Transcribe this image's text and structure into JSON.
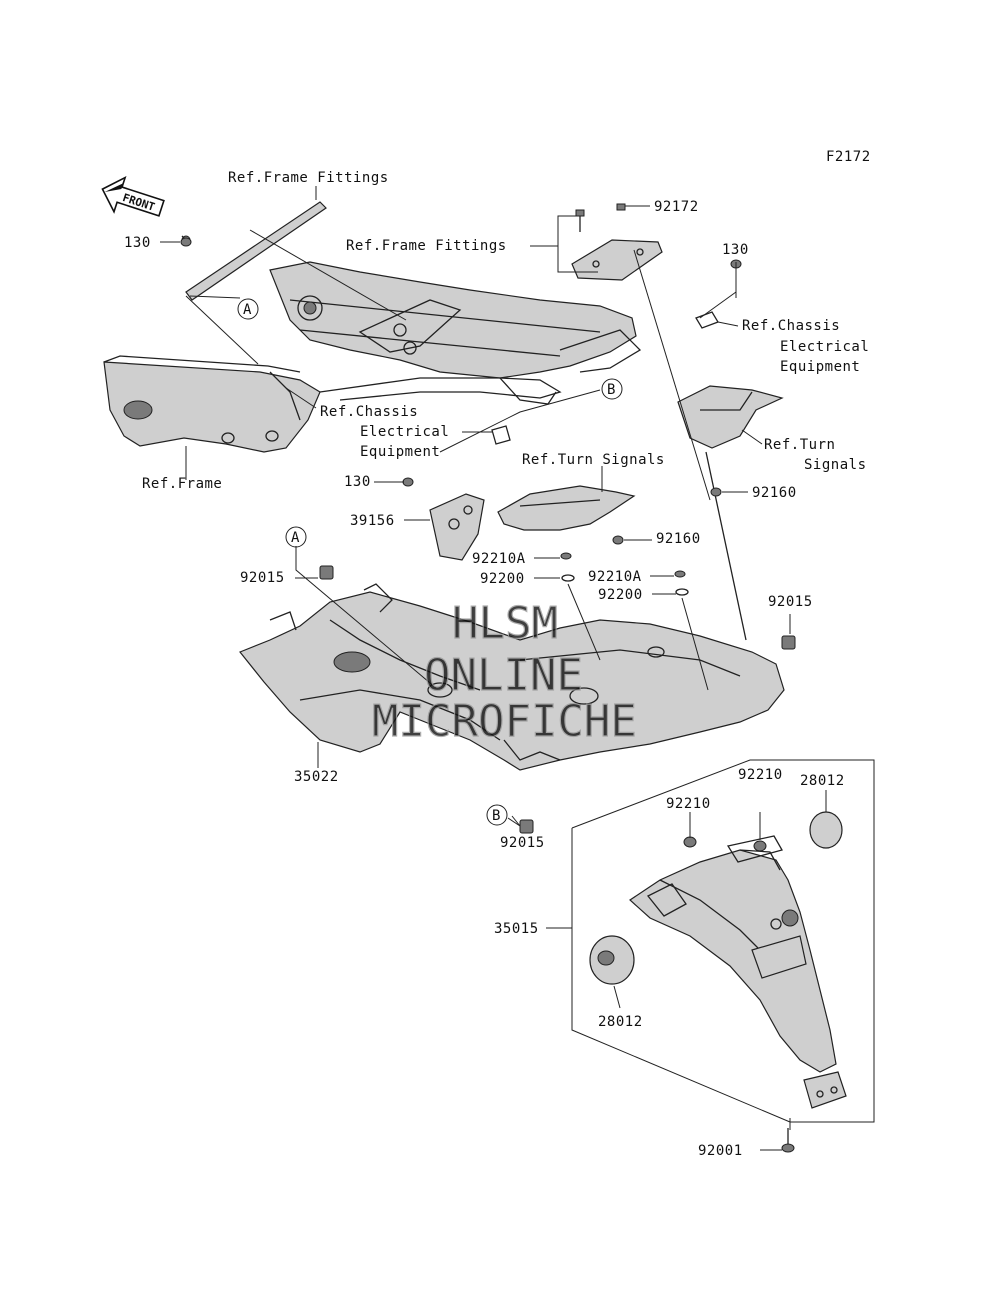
{
  "figure_code": "F2172",
  "front_arrow": "FRONT",
  "watermark": [
    "HLSM",
    "ONLINE",
    "MICROFICHE"
  ],
  "callouts": {
    "A1": "A",
    "A2": "A",
    "B1": "B",
    "B2": "B"
  },
  "labels": {
    "ref_frame_fittings_top": "Ref.Frame Fittings",
    "ref_frame_fittings_mid": "Ref.Frame Fittings",
    "p92172": "92172",
    "p130_left": "130",
    "p130_right": "130",
    "ref_chassis_right_1": "Ref.Chassis",
    "ref_chassis_right_2": "Electrical",
    "ref_chassis_right_3": "Equipment",
    "ref_chassis_left_1": "Ref.Chassis",
    "ref_chassis_left_2": "Electrical",
    "ref_chassis_left_3": "Equipment",
    "ref_frame": "Ref.Frame",
    "p130_mid": "130",
    "ref_turn_signals_left": "Ref.Turn Signals",
    "ref_turn_signals_right_1": "Ref.Turn",
    "ref_turn_signals_right_2": "Signals",
    "p92160_a": "92160",
    "p92160_b": "92160",
    "p39156": "39156",
    "p92210A_a": "92210A",
    "p92210A_b": "92210A",
    "p92200_a": "92200",
    "p92200_b": "92200",
    "p92015_a": "92015",
    "p92015_b": "92015",
    "p92015_c": "92015",
    "p35022": "35022",
    "p92210_a": "92210",
    "p92210_b": "92210",
    "p28012_a": "28012",
    "p28012_b": "28012",
    "p35015": "35015",
    "p92001": "92001"
  }
}
